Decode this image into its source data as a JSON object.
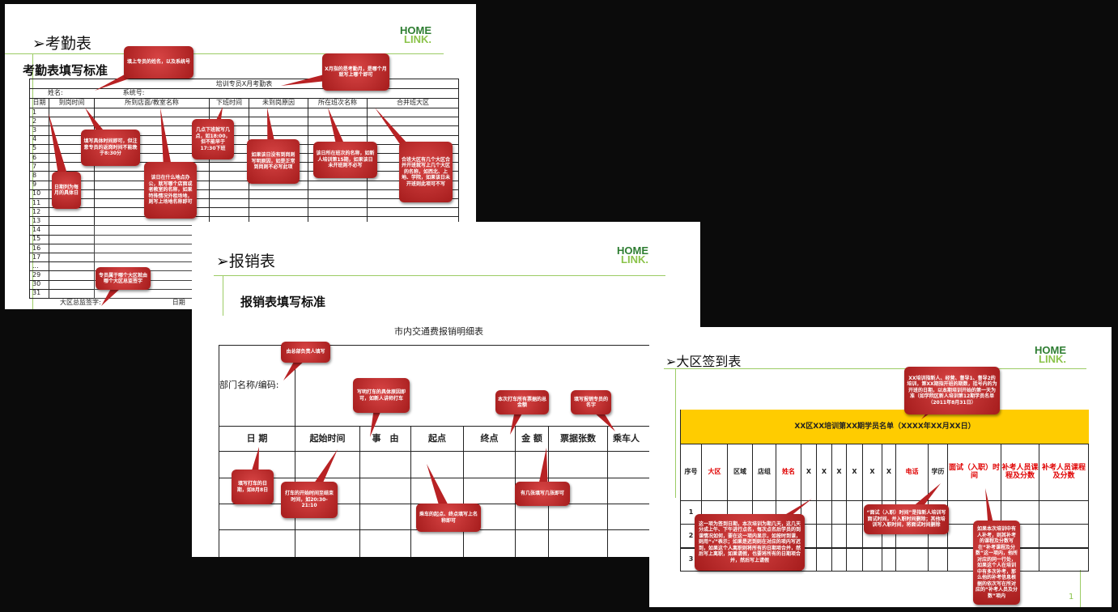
{
  "colors": {
    "background": "#0b0b0b",
    "callout": "#c0282b",
    "accent_green": "#9ccc65",
    "header_yellow": "#ffcc00",
    "red_text": "#e00000"
  },
  "logo": {
    "line1": "HOME",
    "line2": "LINK."
  },
  "slide1": {
    "title": "➢考勤表",
    "subtitle": "考勤表填写标准",
    "table_title": "培训专员X月考勤表",
    "name_label": "姓名:",
    "system_label": "系统号:",
    "headers": [
      "日期",
      "到岗时间",
      "所到店面/教室名称",
      "下班时间",
      "未到岗原因",
      "所在班次名称",
      "合并班大区"
    ],
    "rows": [
      "1",
      "2",
      "3",
      "4",
      "5",
      "6",
      "7",
      "8",
      "9",
      "10",
      "11",
      "12",
      "13",
      "14",
      "15",
      "16",
      "17",
      "...",
      "29",
      "30",
      "31"
    ],
    "footer_sign": "大区总监签字:",
    "footer_date": "日期",
    "callouts": [
      "填上专员的姓名，以及系统号",
      "X月指的是考勤月，是哪个月就写上哪个即可",
      "日期列为每月的具体日",
      "填写具体时间即可，但注意专员的返岗时间不能晚于8:30分",
      "该日在什么地点办公，就写哪个店面或者教室的名称，如果特殊情况外租场地，则写上场地名称即可",
      "几点下班就写几点，如18:00，但不能早于17:30下班",
      "如果该日没有到岗则写明原因，如是正常到岗则不必写此项",
      "该日所在班次的名称，如新人培训第15期，如果该日未开班则不必写",
      "合班大区有几个大区合并开班就写上几个大区的名称，如西北、上地、学院，如果该日未开班则此项可不写",
      "专员属于哪个大区就由哪个大区总监签字"
    ]
  },
  "slide2": {
    "title": "➢报销表",
    "subtitle": "报销表填写标准",
    "table_title": "市内交通费报销明细表",
    "dept_label": "部门名称/编码:",
    "headers": [
      "日 期",
      "起始时间",
      "事　由",
      "起点",
      "终点",
      "金 额",
      "票据张数",
      "乘车人"
    ],
    "callouts": [
      "由总部负责人填写",
      "写明打车的具体原因即可，如新人讲师打车",
      "本次打车所有票据的总金额",
      "填写报销专员的名字",
      "填写打车的日期，如8月8日",
      "打车的开始时间至结束时间，如20:30-21:10",
      "乘车的起点、终点填写上名称即可",
      "有几张填写几张即可"
    ]
  },
  "slide3": {
    "title": "➢大区签到表",
    "banner": "XX区XX培训第XX期学员名单（XXXX年XX月XX日）",
    "headers": [
      "序号",
      "大区",
      "区域",
      "店组",
      "姓名",
      "X",
      "X",
      "X",
      "X",
      "X",
      "X",
      "电话",
      "学历",
      "面试（入职）时间",
      "补考人员课程及分数",
      "补考人员课程及分数"
    ],
    "red_headers": [
      1,
      4,
      11,
      13,
      14,
      15
    ],
    "rows": [
      "1",
      "2",
      "3"
    ],
    "page_number": "1",
    "callouts": [
      "XX培训指新人、经营、督导1、督导2的培训，第XX期指开班的期数，括号内的为开班的日期，以本期培训开始的第一天为准（如学院区新人培训第12期学员名单（2011年8月31日）",
      "这一项为签到日期，本次培训为期几天，这几天分成上午、下午进行点名，每次点名后学员的到课情况如何，要在这一项内显示，如按时到课，则用“√”表示；如果是迟到则在对应的项内写迟到，如果这个人离职则将所有的日期项合并，然后写上离职，如果请假，也要将所有的日期项合并，然后写上请假",
      "“面试（入职）时间”是指新人培训写面试时间，并入职时间删除；其他培训写入职时间，将面试时间删除",
      "如果本次培训中有人补考，则其补考的课程及分数写在“补考课程及分数”这一项内，他所对应的同一行处，如果这个人在培训中有多次补考，那么他的补考信息根据的依次写在所对应的“补考人员及分数”项内"
    ]
  }
}
